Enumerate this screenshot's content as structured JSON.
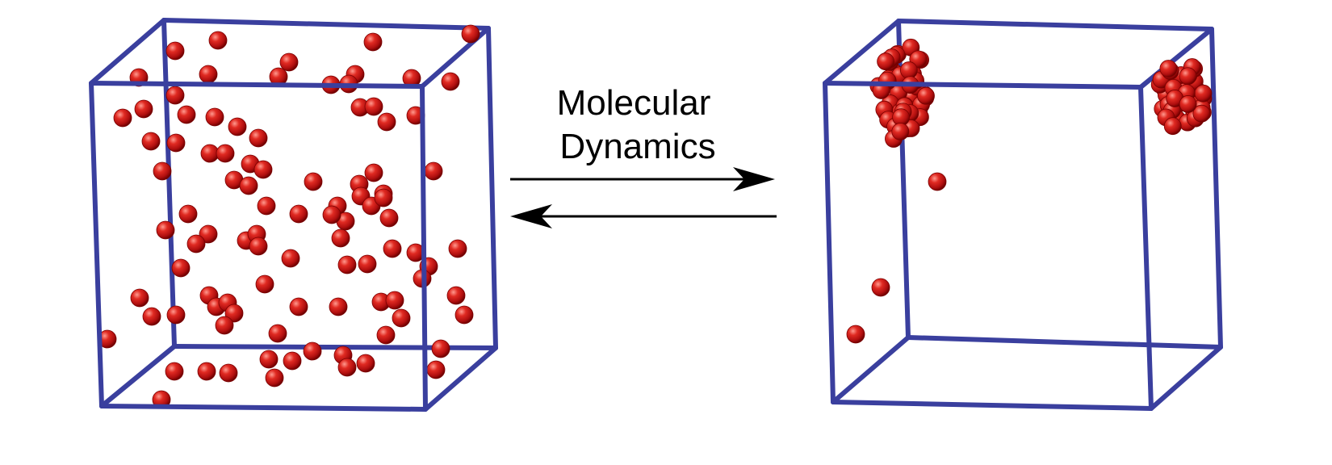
{
  "label": {
    "line1": "Molecular",
    "line2": "Dynamics"
  },
  "colors": {
    "box_edge": "#3a3f9e",
    "particle": "#d11a1a",
    "particle_highlight": "#ff8a80",
    "particle_shadow": "#7a0000",
    "arrow": "#000000",
    "background": "#ffffff"
  },
  "panels": [
    {
      "id": "left",
      "state": "dispersed particles"
    },
    {
      "id": "right",
      "state": "aggregated clusters"
    }
  ],
  "arrows": [
    {
      "id": "forward",
      "direction": "right"
    },
    {
      "id": "backward",
      "direction": "left"
    }
  ]
}
